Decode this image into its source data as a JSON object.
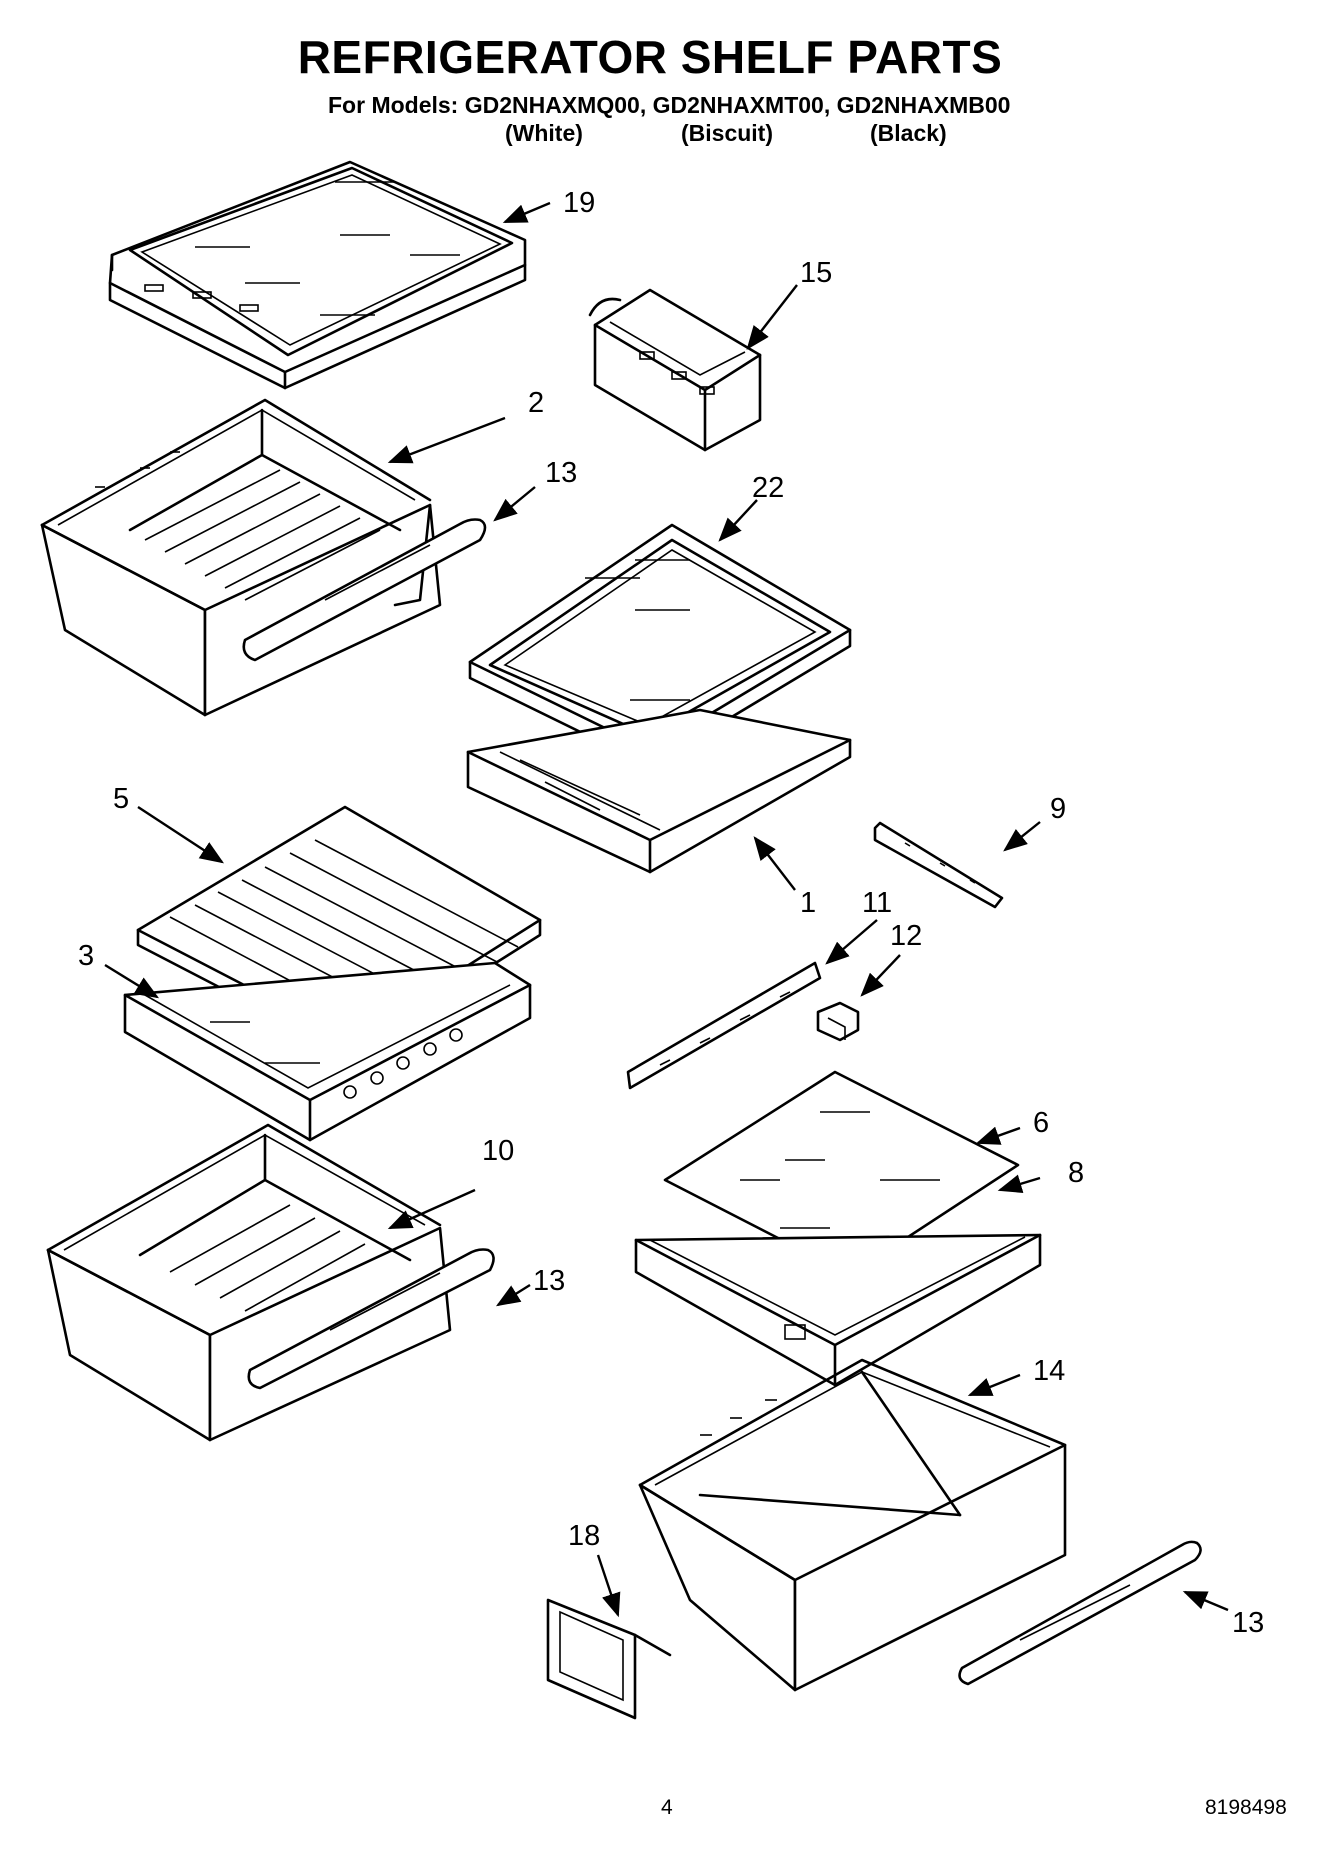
{
  "title": "REFRIGERATOR SHELF PARTS",
  "models_line": "For Models: GD2NHAXMQ00, GD2NHAXMT00, GD2NHAXMB00",
  "variants": [
    "(White)",
    "(Biscuit)",
    "(Black)"
  ],
  "part_numbers": [
    "19",
    "15",
    "2",
    "13",
    "22",
    "5",
    "9",
    "1",
    "11",
    "3",
    "12",
    "10",
    "6",
    "8",
    "13",
    "14",
    "18",
    "13"
  ],
  "page_number": "4",
  "doc_number": "8198498"
}
